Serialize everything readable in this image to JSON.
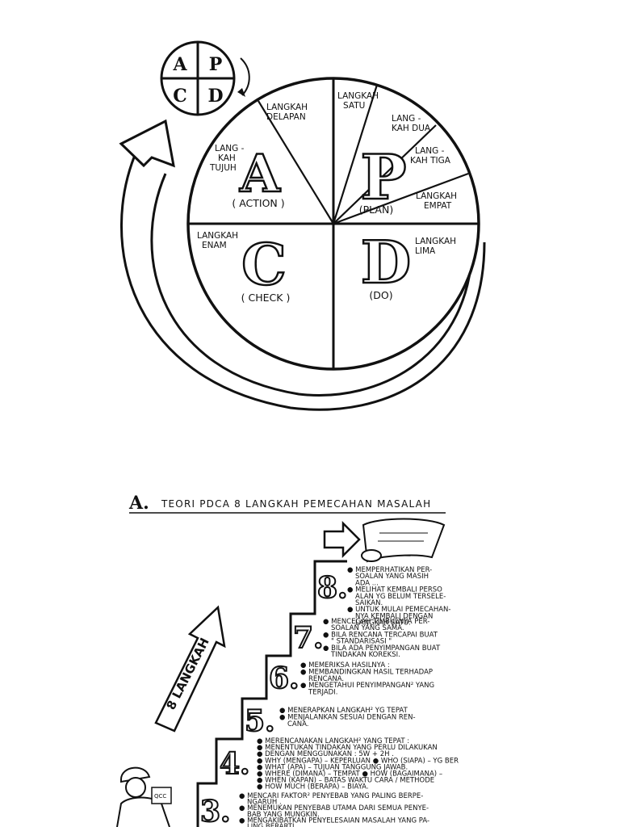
{
  "pdca_badge": {
    "letters": [
      "A",
      "P",
      "C",
      "D"
    ]
  },
  "cycle": {
    "segments": {
      "satu": [
        "LANGKAH",
        "SATU"
      ],
      "dua": [
        "LANG -",
        "KAH DUA"
      ],
      "tiga": [
        "LANG -",
        "KAH TIGA"
      ],
      "empat": [
        "LANGKAH",
        "EMPAT"
      ],
      "lima": [
        "LANGKAH",
        "LIMA"
      ],
      "enam": [
        "LANGKAH",
        "ENAM"
      ],
      "tujuh": [
        "LANG -",
        "KAH",
        "TUJUH"
      ],
      "delapan": [
        "LANGKAH",
        "DELAPAN"
      ]
    },
    "quadrants": {
      "action": {
        "letter": "A",
        "label": "( ACTION )"
      },
      "plan": {
        "letter": "P",
        "label": "(PLAN)"
      },
      "check": {
        "letter": "C",
        "label": "( CHECK )"
      },
      "do": {
        "letter": "D",
        "label": "(DO)"
      }
    }
  },
  "stairs": {
    "heading_letter": "A.",
    "heading": "TEORI PDCA 8 LANGKAH PEMECAHAN MASALAH",
    "arrow_label": "8 LANGKAH",
    "badge": "QCC",
    "steps": [
      {
        "number": "8.",
        "lines": [
          "● MEMPERHATIKAN PER-",
          "SOALAN YANG MASIH",
          "ADA ...",
          "● MELIHAT KEMBALI PERSO",
          "ALAN YG BELUM TERSELE-",
          "SAIKAN.",
          "● UNTUK MULAI PEMECAHAN-",
          "NYA KEMBALI DENGAN",
          "LANGKAH SATU."
        ]
      },
      {
        "number": "7.",
        "lines": [
          "● MENCEGAH TIMBULNYA PER-",
          "SOALAN YANG SAMA.",
          "● BILA RENCANA TERCAPAI BUAT",
          "\" STANDARISASI \"",
          "● BILA ADA PENYIMPANGAN BUAT",
          "TINDAKAN KOREKSI."
        ]
      },
      {
        "number": "6.",
        "lines": [
          "● MEMERIKSA HASILNYA :",
          "● MEMBANDINGKAN HASIL TERHADAP",
          "RENCANA.",
          "● MENGETAHUI PENYIMPANGAN² YANG",
          "TERJADI."
        ]
      },
      {
        "number": "5.",
        "lines": [
          "● MENERAPKAN LANGKAH² YG TEPAT",
          "● MENJALANKAN SESUAI DENGAN REN-",
          "CANA."
        ]
      },
      {
        "number": "4.",
        "lines": [
          "● MERENCANAKAN LANGKAH² YANG TEPAT :",
          "● MENENTUKAN TINDAKAN YANG PERLU DILAKUKAN",
          "● DENGAN MENGGUNAKAN : 5W + 2H .",
          "● WHY (MENGAPA) – KEPERLUAN   ● WHO (SIAPA) – YG BER",
          "● WHAT (APA) – TUJUAN   TANGGUNG JAWAB.",
          "● WHERE (DIMANA) – TEMPAT   ● HOW (BAGAIMANA) –",
          "● WHEN (KAPAN) – BATAS WAKTU   CARA / METHODE",
          "● HOW MUCH (BERAPA) – BIAYA."
        ]
      },
      {
        "number": "3.",
        "lines": [
          "● MENCARI FAKTOR² PENYEBAB YANG PALING BERPE-",
          "NGARUH .",
          "● MENEMUKAN PENYEBAB UTAMA DARI SEMUA PENYE-",
          "BAB YANG MUNGKIN.",
          "● MENGAKIBATKAN PENYELESAIAN MASALAH YANG PA-",
          "LING BERARTI."
        ]
      }
    ]
  }
}
